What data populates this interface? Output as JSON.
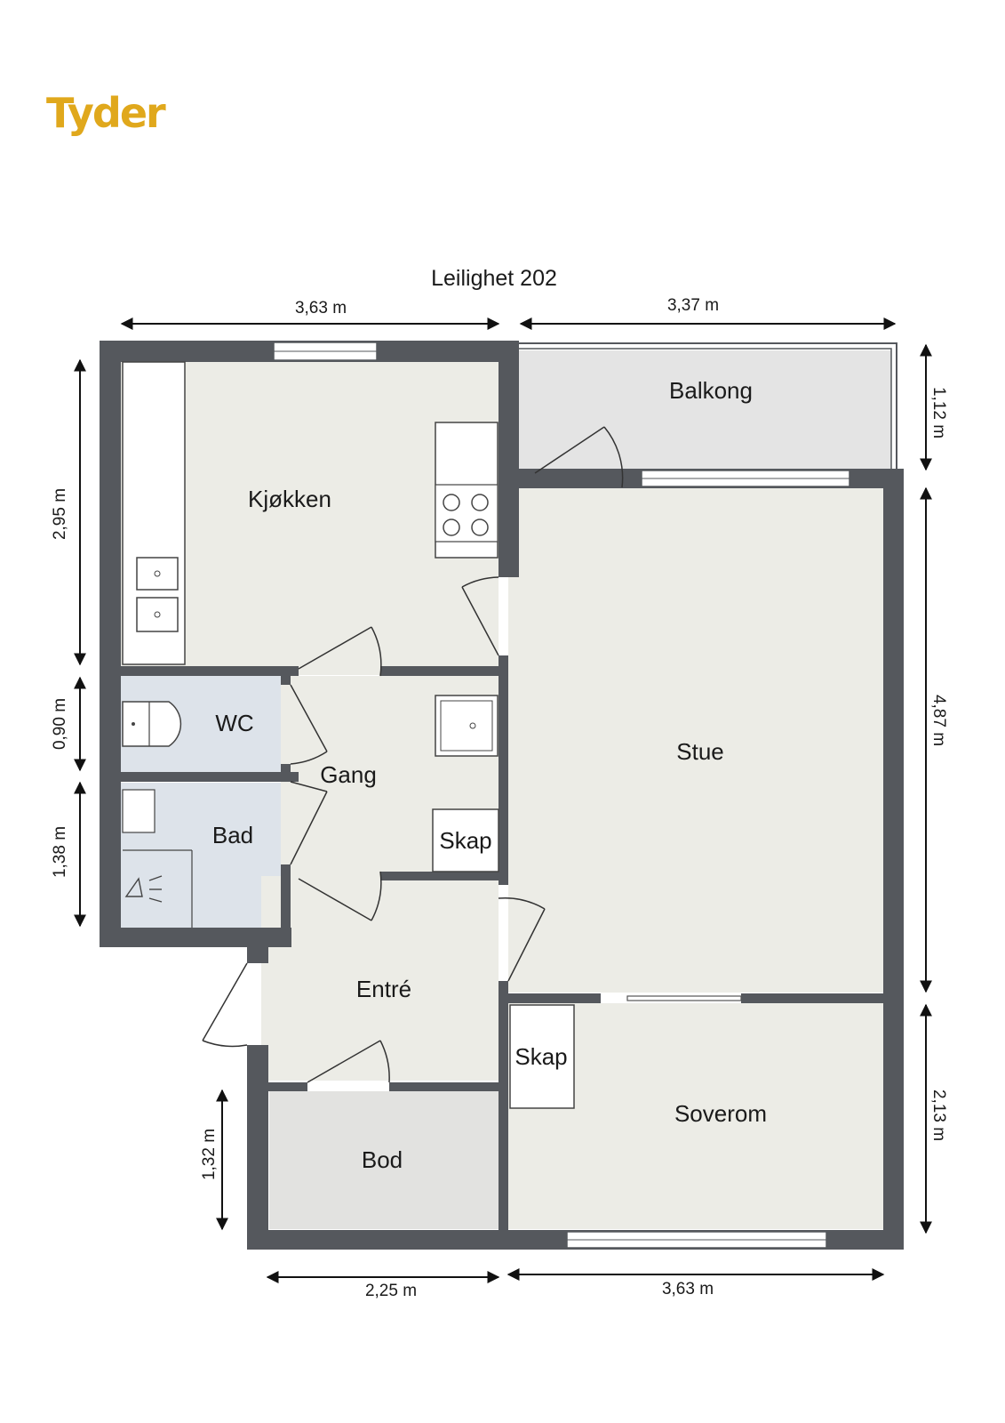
{
  "brand": {
    "name": "Tyder",
    "color": "#e0a81c"
  },
  "plan": {
    "title": "Leilighet 202",
    "rooms": {
      "kjokken": "Kjøkken",
      "balkong": "Balkong",
      "wc": "WC",
      "gang": "Gang",
      "bad": "Bad",
      "stue": "Stue",
      "skap_gang": "Skap",
      "entre": "Entré",
      "skap_soverom": "Skap",
      "soverom": "Soverom",
      "bod": "Bod"
    },
    "dimensions": {
      "top_left": "3,63 m",
      "top_right": "3,37 m",
      "left_kjokken": "2,95 m",
      "left_wc": "0,90 m",
      "left_bad": "1,38 m",
      "left_bod": "1,32 m",
      "right_balkong": "1,12 m",
      "right_stue": "4,87 m",
      "right_soverom": "2,13 m",
      "bottom_left": "2,25 m",
      "bottom_right": "3,63 m"
    }
  },
  "colors": {
    "wall": "#55585d",
    "floor": "#ecece6",
    "wet_floor": "#dde3ea",
    "balcony_floor": "#e4e4e4",
    "storage_floor": "#e2e2e0"
  }
}
